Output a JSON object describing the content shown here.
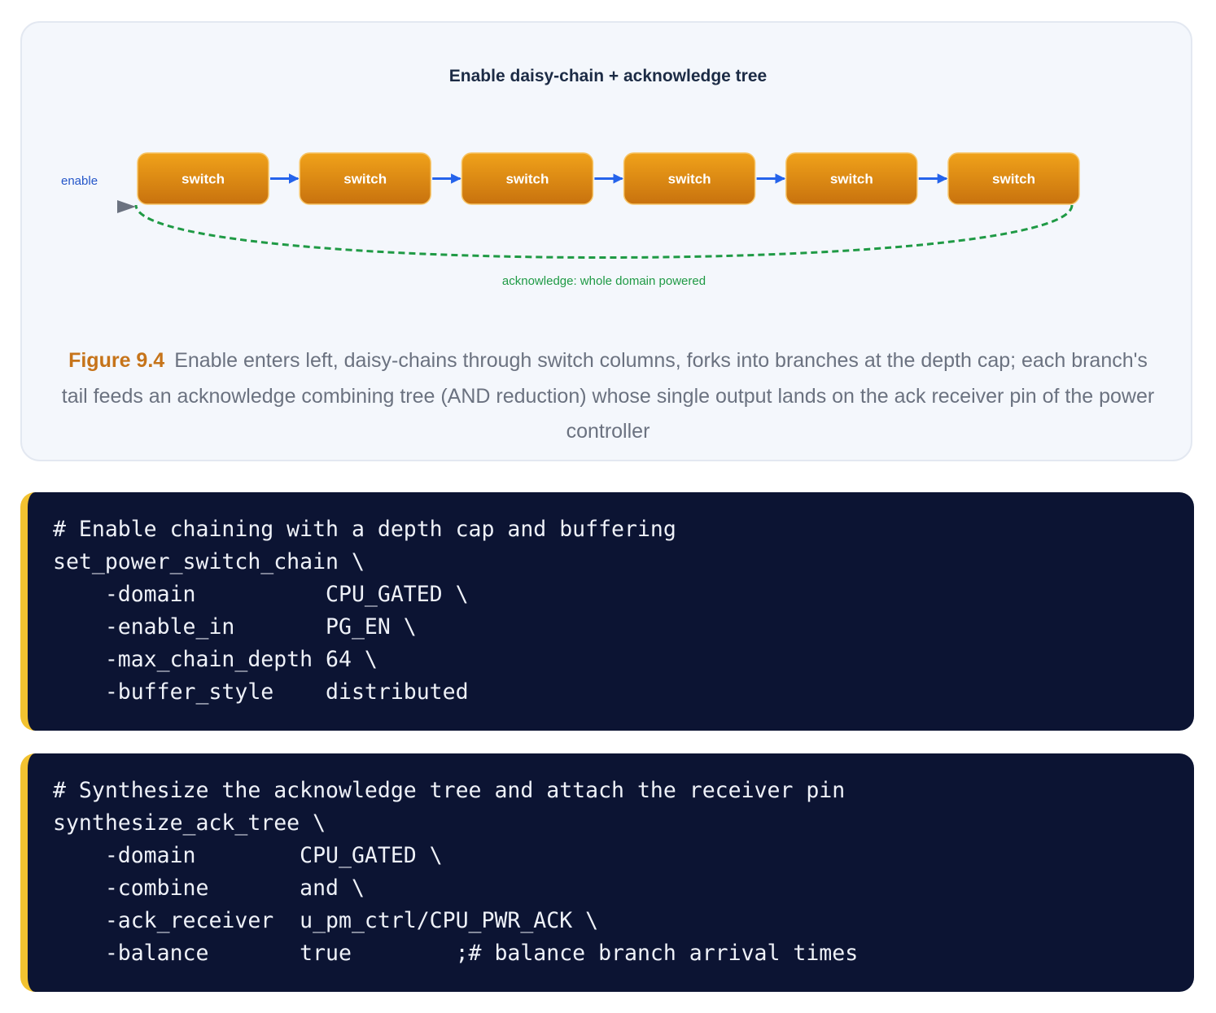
{
  "figure": {
    "title": "Enable daisy-chain + acknowledge tree",
    "enable_label": "enable",
    "switch_labels": [
      "switch",
      "switch",
      "switch",
      "switch",
      "switch",
      "switch"
    ],
    "ack_label": "acknowledge: whole domain powered",
    "caption_label": "Figure 9.4",
    "caption_text": "Enable enters left, daisy-chains through switch columns, forks into branches at the depth cap; each branch's tail feeds an acknowledge combining tree (AND reduction) whose single output lands on the ack receiver pin of the power controller"
  },
  "code_blocks": [
    {
      "lines": [
        "# Enable chaining with a depth cap and buffering",
        "set_power_switch_chain \\",
        "    -domain          CPU_GATED \\",
        "    -enable_in       PG_EN \\",
        "    -max_chain_depth 64 \\",
        "    -buffer_style    distributed"
      ]
    },
    {
      "lines": [
        "# Synthesize the acknowledge tree and attach the receiver pin",
        "synthesize_ack_tree \\",
        "    -domain        CPU_GATED \\",
        "    -combine       and \\",
        "    -ack_receiver  u_pm_ctrl/CPU_PWR_ACK \\",
        "    -balance       true        ;# balance branch arrival times"
      ]
    }
  ],
  "colors": {
    "switch_fill_top": "#f0a21a",
    "switch_fill_bottom": "#c8720e",
    "enable_arrow": "#2563eb",
    "ack_line": "#1f9a45",
    "code_background": "#0c1433",
    "code_accent": "#f2c230",
    "caption_label": "#c6741a"
  }
}
